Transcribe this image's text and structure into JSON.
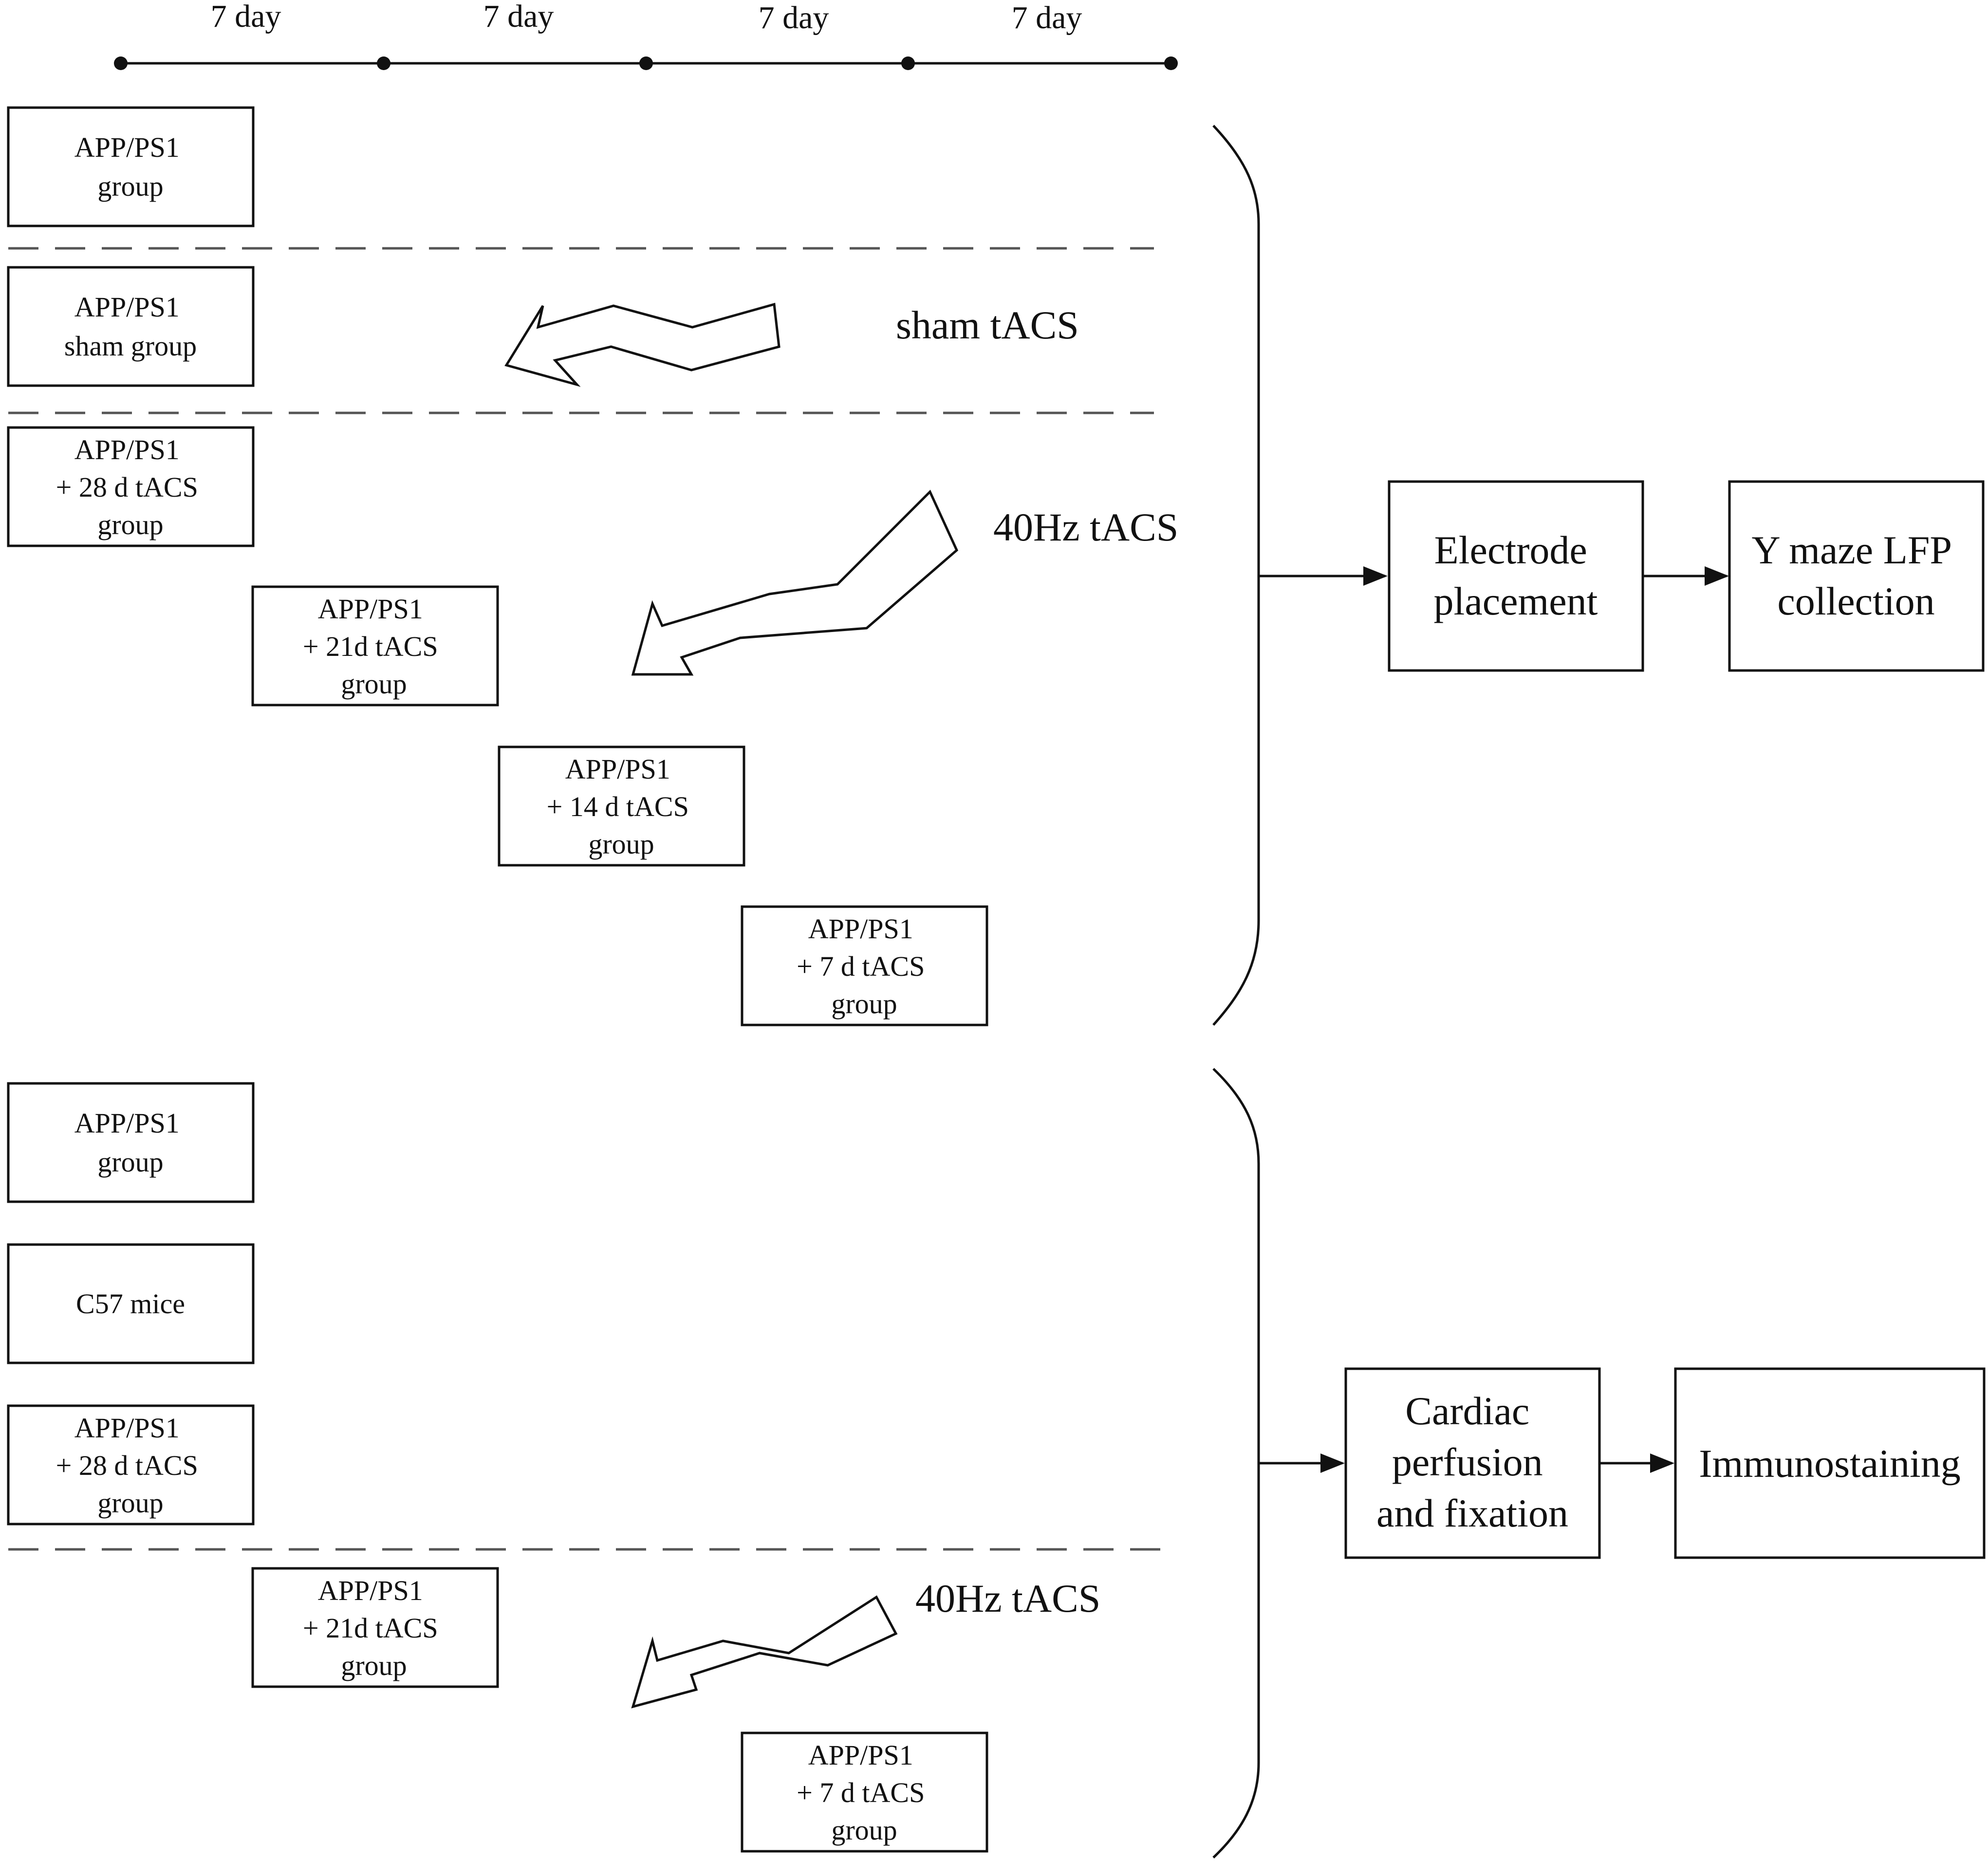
{
  "timeline": {
    "intervals": [
      "7 day",
      "7 day",
      "7 day",
      "7 day"
    ]
  },
  "groups_top": [
    {
      "id": "app-ps1",
      "lines": [
        "APP/PS1",
        "group"
      ]
    },
    {
      "id": "app-ps1-sham",
      "lines": [
        "APP/PS1",
        "sham  group"
      ]
    },
    {
      "id": "app-ps1-28d",
      "lines": [
        "APP/PS1",
        "+ 28 d tACS",
        "group"
      ]
    },
    {
      "id": "app-ps1-21d",
      "lines": [
        "APP/PS1",
        "+ 21d tACS",
        "group"
      ]
    },
    {
      "id": "app-ps1-14d",
      "lines": [
        "APP/PS1",
        "+ 14 d tACS",
        "group"
      ]
    },
    {
      "id": "app-ps1-7d",
      "lines": [
        "APP/PS1",
        "+ 7 d tACS",
        "group"
      ]
    }
  ],
  "groups_bottom": [
    {
      "id": "app-ps1",
      "lines": [
        "APP/PS1",
        "group"
      ]
    },
    {
      "id": "c57",
      "lines": [
        "C57 mice"
      ]
    },
    {
      "id": "app-ps1-28d",
      "lines": [
        "APP/PS1",
        "+ 28 d tACS",
        "group"
      ]
    },
    {
      "id": "app-ps1-21d",
      "lines": [
        "APP/PS1",
        "+ 21d tACS",
        "group"
      ]
    },
    {
      "id": "app-ps1-7d",
      "lines": [
        "APP/PS1",
        "+ 7 d tACS",
        "group"
      ]
    }
  ],
  "stimulation_labels": {
    "sham": "sham tACS",
    "top_40hz": "40Hz tACS",
    "bottom_40hz": "40Hz tACS"
  },
  "pipeline_top": {
    "step1": [
      "Electrode",
      "placement"
    ],
    "step2": [
      "Y maze LFP",
      "collection"
    ]
  },
  "pipeline_bottom": {
    "step1": [
      "Cardiac",
      "perfusion",
      "and fixation"
    ],
    "step2": [
      "Immunostaining"
    ]
  }
}
